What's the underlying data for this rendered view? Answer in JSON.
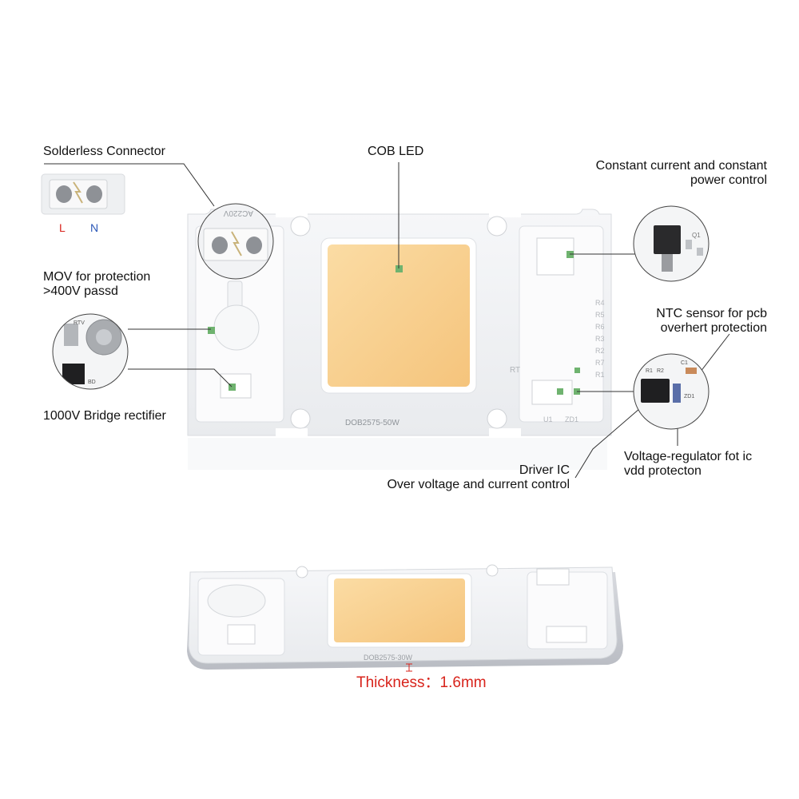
{
  "labels": {
    "solderless_connector": "Solderless Connector",
    "cob_led": "COB LED",
    "constant_current_1": "Constant current and constant",
    "constant_current_2": "power control",
    "mov_1": "MOV for protection",
    "mov_2": ">400V passd",
    "ntc_1": "NTC sensor for pcb",
    "ntc_2": "overhert protection",
    "bridge_rectifier": "1000V Bridge rectifier",
    "driver_ic_1": "Driver IC",
    "driver_ic_2": "Over voltage and current control",
    "regulator_1": "Voltage-regulator fot ic",
    "regulator_2": "vdd protecton",
    "thickness": "Thickness：1.6mm"
  },
  "connector": {
    "l": "L",
    "n": "N",
    "ac_marking": "AC220V"
  },
  "board": {
    "top_marking": "DOB2575-50W",
    "bottom_marking": "DOB2575-30W",
    "resistor_labels": [
      "R4",
      "R5",
      "R6",
      "R3",
      "R2",
      "R7",
      "R1"
    ],
    "rt_label": "RT",
    "u1_label": "U1",
    "zd1_label": "ZD1",
    "q1_label": "Q1",
    "rtv_label": "RTV",
    "bd_label": "BD",
    "ntc_pcb_labels": [
      "R1",
      "R2",
      "C1",
      "ZD1"
    ]
  },
  "colors": {
    "led_yellow": "#f8d08e",
    "marker_green": "#6fb36f",
    "label_l": "#d8241c",
    "label_n": "#2c58b8",
    "thickness_red": "#d8241c",
    "pcb_white": "#f1f2f4"
  }
}
